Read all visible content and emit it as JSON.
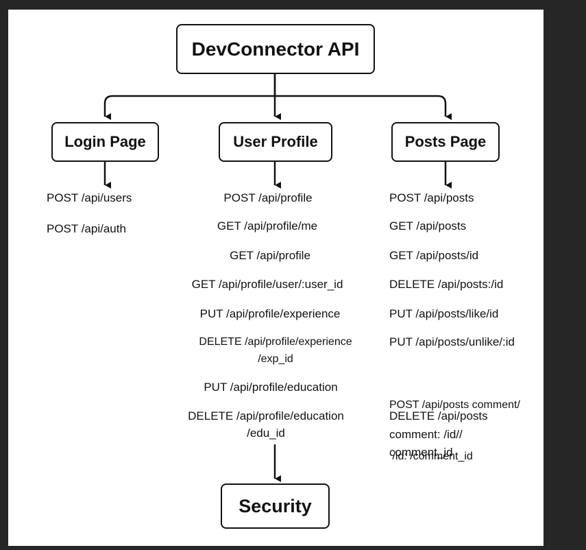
{
  "title": "DevConnector API",
  "sections": {
    "login": {
      "label": "Login Page",
      "endpoints": [
        "POST /api/users",
        "POST /api/auth"
      ]
    },
    "profile": {
      "label": "User Profile",
      "endpoints": [
        "POST /api/profile",
        "GET /api/profile/me",
        "GET /api/profile",
        "GET /api/profile/user/:user_id",
        "PUT /api/profile/experience",
        [
          "DELETE /api/profile/experience",
          "/exp_id"
        ],
        "PUT /api/profile/education",
        [
          "DELETE /api/profile/education",
          "/edu_id"
        ]
      ]
    },
    "posts": {
      "label": "Posts Page",
      "endpoints": [
        "POST /api/posts",
        "GET /api/posts",
        "GET /api/posts/id",
        "DELETE /api/posts:/id",
        "PUT /api/posts/like/id",
        "PUT /api/posts/unlike/:id",
        [
          "POST /api/posts comment/",
          " /id: /comment_id"
        ],
        [
          "DELETE /api/posts",
          "comment: /id//",
          "comment_id"
        ]
      ]
    }
  },
  "security": {
    "label": "Security"
  },
  "colors": {
    "stroke": "#111111",
    "background": "#ffffff",
    "frame": "#262626"
  }
}
